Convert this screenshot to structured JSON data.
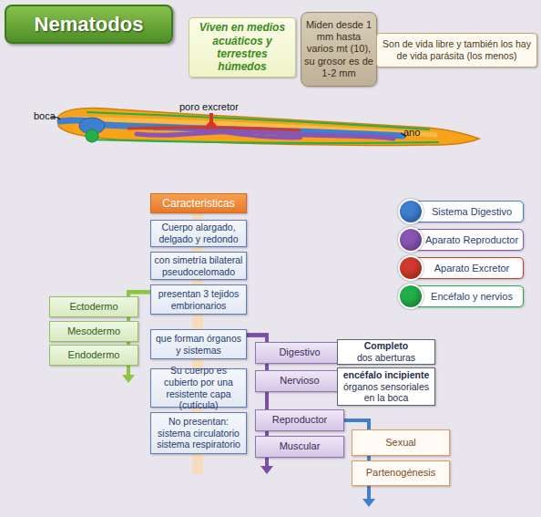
{
  "diagram": {
    "title": "Nematodos",
    "nodes": [
      {
        "text": [
          "Viven en medios acuáticos y terrestres húmedos"
        ]
      },
      {
        "text": [
          "Miden desde 1 mm hasta varios mt (10), su grosor es de 1-2 mm"
        ]
      },
      {
        "text": [
          "Son de vida libre y también los hay de vida parásita (los menos)"
        ]
      },
      {
        "text": [
          "Caracteristicas"
        ]
      },
      {
        "text": [
          "Cuerpo alargado, delgado y redondo"
        ]
      },
      {
        "text": [
          "con simetría bilateral pseudocelomado"
        ]
      },
      {
        "text": [
          "presentan 3 tejidos embrionarios"
        ]
      },
      {
        "text": [
          "Ectodermo"
        ]
      },
      {
        "text": [
          "Mesodermo"
        ]
      },
      {
        "text": [
          "Endodermo"
        ]
      },
      {
        "text": [
          "que forman órganos y sistemas"
        ]
      },
      {
        "text": [
          "Digestivo"
        ]
      },
      {
        "text": [
          "Completo",
          "dos aberturas"
        ]
      },
      {
        "text": [
          "Nervioso"
        ]
      },
      {
        "text": [
          "encéfalo incipiente",
          "órganos sensoriales en la boca"
        ]
      },
      {
        "text": [
          "Su cuerpo es cubierto por una resistente capa (cutícula)"
        ]
      },
      {
        "text": [
          "No presentan: sistema circulatorio sistema respiratorio"
        ]
      },
      {
        "text": [
          "Reproductor"
        ]
      },
      {
        "text": [
          "Muscular"
        ]
      },
      {
        "text": [
          "Sexual"
        ]
      },
      {
        "text": [
          "Partenogénesis"
        ]
      }
    ],
    "edges": [
      {
        "from": 6,
        "to": 7,
        "arrow": "none"
      },
      {
        "from": 6,
        "to": 8,
        "arrow": "none"
      },
      {
        "from": 6,
        "to": 9,
        "arrow": "none"
      },
      {
        "from": 10,
        "to": 11,
        "arrow": "none"
      },
      {
        "from": 10,
        "to": 13,
        "arrow": "none"
      },
      {
        "from": 10,
        "to": 17,
        "arrow": "none"
      },
      {
        "from": 10,
        "to": 18,
        "arrow": "none"
      },
      {
        "from": 17,
        "to": 19,
        "arrow": "none"
      },
      {
        "from": 17,
        "to": 20,
        "arrow": "none"
      }
    ],
    "labels": [
      "boca",
      "poro excretor",
      "ano"
    ],
    "legend": [
      {
        "text": "Sistema Digestivo",
        "color": "#3f7fd0"
      },
      {
        "text": "Aparato Reproductor",
        "color": "#8a55b5"
      },
      {
        "text": "Aparato Excretor",
        "color": "#d03a2c"
      },
      {
        "text": "Encéfalo y nervios",
        "color": "#22b04a"
      }
    ]
  }
}
